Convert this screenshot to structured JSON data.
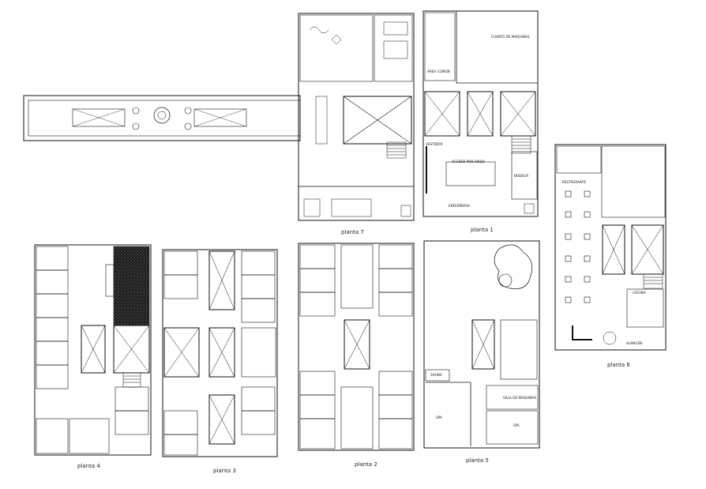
{
  "drawing": {
    "captions": {
      "planta_7": "planta 7",
      "planta_1": "planta 1",
      "planta_6": "planta 6",
      "planta_4": "planta 4",
      "planta_3": "planta 3",
      "planta_2": "planta 2",
      "planta_5": "planta 5"
    },
    "room_labels": {
      "cuarto_de_maquinas": "CUARTO DE MAQUINAS",
      "area_comun": "AREA COMUN",
      "acceso_por_abajo": "ACCESO POR ABAJO",
      "bodega": "BODEGA",
      "enfermeria": "ENFERMERIA",
      "vestidor": "VESTIDOR",
      "restaurante": "RESTAURANTE",
      "cocina": "COCINA",
      "almacen": "ALMACEN",
      "sala_de_maquinas": "SALA DE MAQUINAS",
      "spa_1": "SPA",
      "spa_2": "SPA",
      "sauna": "SAUNA"
    }
  }
}
